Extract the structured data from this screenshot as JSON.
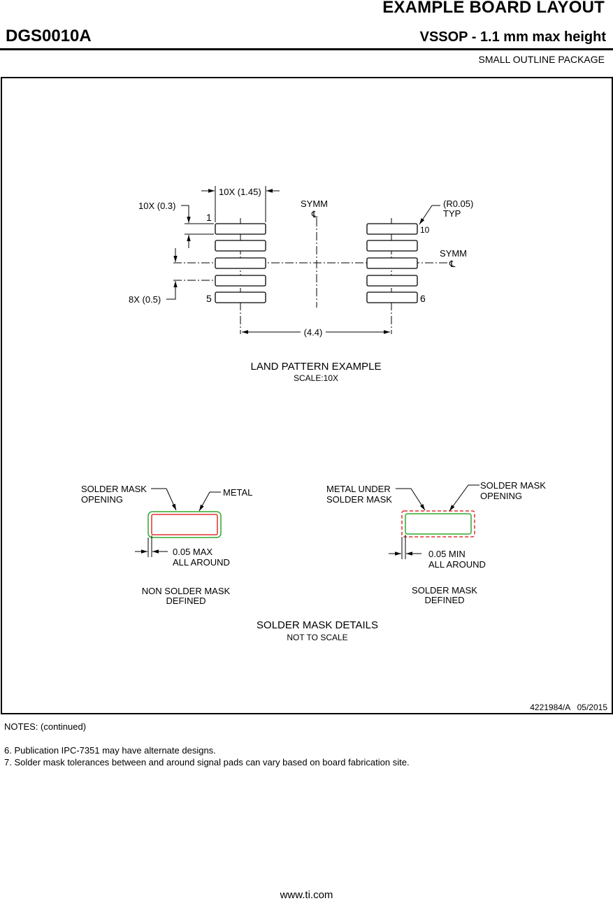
{
  "header": {
    "title": "EXAMPLE BOARD LAYOUT",
    "part_number": "DGS0010A",
    "package": "VSSOP - 1.1 mm max height",
    "subtitle": "SMALL OUTLINE PACKAGE"
  },
  "land_pattern": {
    "title": "LAND PATTERN EXAMPLE",
    "scale": "SCALE:10X",
    "dim_pad_length": "10X (1.45)",
    "dim_pad_width": "10X (0.3)",
    "dim_pitch": "8X (0.5)",
    "dim_span": "(4.4)",
    "radius_line1": "(R0.05)",
    "radius_line2": "TYP",
    "symm_label": "SYMM",
    "centerline_symbol": "℄",
    "pins": {
      "p1": "1",
      "p5": "5",
      "p6": "6",
      "p10": "10"
    }
  },
  "solder_mask": {
    "title": "SOLDER MASK DETAILS",
    "subtitle": "NOT TO SCALE",
    "nsmd": {
      "opening_line1": "SOLDER MASK",
      "opening_line2": "OPENING",
      "metal": "METAL",
      "clearance_line1": "0.05 MAX",
      "clearance_line2": "ALL AROUND",
      "caption_line1": "NON SOLDER MASK",
      "caption_line2": "DEFINED"
    },
    "smd": {
      "metal_line1": "METAL UNDER",
      "metal_line2": "SOLDER MASK",
      "opening_line1": "SOLDER MASK",
      "opening_line2": "OPENING",
      "clearance_line1": "0.05 MIN",
      "clearance_line2": "ALL AROUND",
      "caption_line1": "SOLDER MASK",
      "caption_line2": "DEFINED"
    },
    "colors": {
      "metal": "#e03030",
      "mask_opening": "#2ea82e"
    }
  },
  "drawing_id": "4221984/A   05/2015",
  "notes": {
    "heading": "NOTES: (continued)",
    "items": [
      "6. Publication IPC-7351 may have alternate designs.",
      "7. Solder mask tolerances between and around signal pads can vary based on board fabrication site."
    ]
  },
  "footer": {
    "url": "www.ti.com"
  }
}
